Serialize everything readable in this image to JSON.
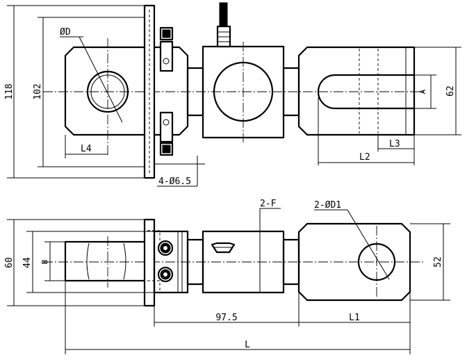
{
  "top_view": {
    "dim_overall_height": "118",
    "dim_pin_block_height": "102",
    "dim_diameter_d": "ØD",
    "dim_l4": "L4",
    "dim_bolt_holes": "4-Ø6.5",
    "dim_a": "A",
    "dim_62": "62",
    "dim_l3": "L3",
    "dim_l2": "L2"
  },
  "front_view": {
    "dim_60": "60",
    "dim_44": "44",
    "dim_b": "B",
    "dim_2f": "2-F",
    "dim_2d1": "2-ØD1",
    "dim_52": "52",
    "dim_97_5": "97.5",
    "dim_l1": "L1",
    "dim_l": "L"
  }
}
